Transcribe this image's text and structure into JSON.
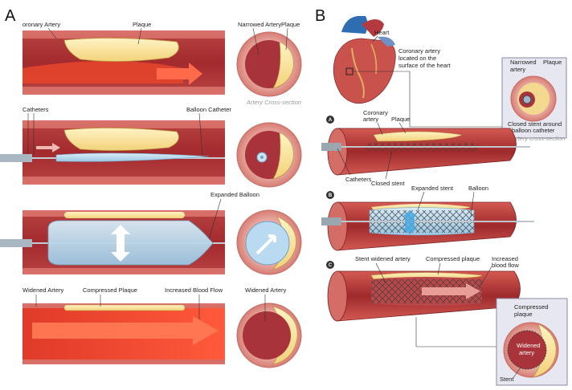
{
  "panel_a": {
    "letter": "A",
    "row1": {
      "coronary_artery": "oronary Artery",
      "plaque": "Plaque",
      "narrowed_artery": "Narrowed Artery",
      "plaque_cs": "Plaque",
      "cross_section": "Artery Cross-section"
    },
    "row2": {
      "catheters": "Catheters",
      "balloon_catheter": "Balloon Catheter"
    },
    "row3": {
      "expanded_balloon": "Expanded Balloon"
    },
    "row4": {
      "widened_artery": "Widened Artery",
      "compressed_plaque": "Compressed Plaque",
      "increased_flow": "Increased Blood Flow",
      "widened_artery_cs": "Widened Artery"
    }
  },
  "panel_b": {
    "letter": "B",
    "heart": "Heart",
    "coronary_location_1": "Coronary artery",
    "coronary_location_2": "located on the",
    "coronary_location_3": "surface of the heart",
    "inset_top": {
      "narrowed_1": "Narrowed",
      "narrowed_2": "artery",
      "plaque": "Plaque",
      "closed_1": "Closed stent around",
      "closed_2": "balloon catheter",
      "cross_section": "Artery cross-section"
    },
    "step_a": {
      "letter": "A",
      "coronary_1": "Coronary",
      "coronary_2": "artery",
      "plaque": "Plaque",
      "catheters": "Catheters",
      "closed_stent": "Closed stent"
    },
    "step_b": {
      "letter": "B",
      "expanded_stent": "Expanded stent",
      "balloon": "Balloon"
    },
    "step_c": {
      "letter": "C",
      "stent_widened": "Stent widened artery",
      "compressed_plaque": "Compressed plaque",
      "increased_1": "Increased",
      "increased_2": "blood flow"
    },
    "inset_bottom": {
      "compressed_1": "Compressed",
      "compressed_2": "plaque",
      "widened_1": "Widened",
      "widened_2": "artery",
      "stent": "Stent"
    }
  }
}
